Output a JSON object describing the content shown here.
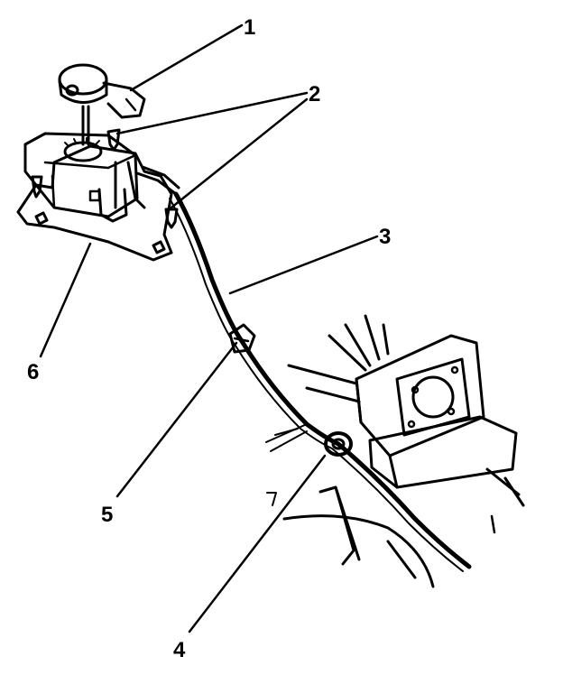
{
  "callouts": {
    "c1": "1",
    "c2": "2",
    "c3": "3",
    "c4": "4",
    "c5": "5",
    "c6": "6"
  },
  "colors": {
    "ink": "#000000",
    "background": "#ffffff",
    "shade": "#d8d8d8"
  }
}
